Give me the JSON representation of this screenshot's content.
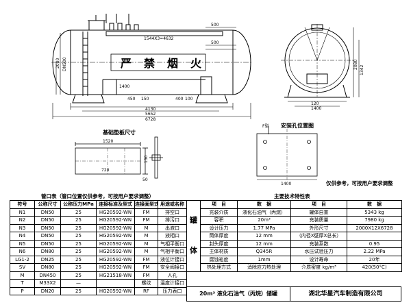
{
  "drawing": {
    "warning_chars": [
      "严",
      "禁",
      "烟",
      "火"
    ],
    "bar_label": "1544X3=4632",
    "base_plate_title": "基础垫板尺寸",
    "hole_title": "安装孔位置图",
    "note": "仅供参考，可按用户要求调整",
    "labels": {
      "l1": "500",
      "l2": "1400",
      "l3": "5652",
      "l4": "4130",
      "l5": "6728",
      "l6": "150",
      "l7": "50",
      "l8": "1520",
      "l9": "720",
      "l10": "1400",
      "l11": "1400",
      "l12": "DN500",
      "l13": "2080",
      "l14": "1342",
      "l15": "100",
      "l16": "450",
      "l17": "150",
      "l18": "400",
      "l19": "F型",
      "l20": "120"
    }
  },
  "nozzle_table": {
    "title": "管口表（管口位置仅供参考，可按用户要求调整）",
    "headers": [
      "符号",
      "公称尺寸",
      "公称压力MPa",
      "连接标准及型式",
      "连接面型式",
      "用途或名称"
    ],
    "rows": [
      [
        "N1",
        "DN50",
        "25",
        "HG20592-WN",
        "FM",
        "排空口"
      ],
      [
        "N2",
        "DN50",
        "25",
        "HG20592-WN",
        "FM",
        "排污口"
      ],
      [
        "N3",
        "DN50",
        "25",
        "HG20592-WN",
        "M",
        "出液口"
      ],
      [
        "N4",
        "DN50",
        "25",
        "HG20592-WN",
        "M",
        "液相口"
      ],
      [
        "N5",
        "DN50",
        "25",
        "HG20592-WN",
        "M",
        "气相平衡口"
      ],
      [
        "N6",
        "DN80",
        "25",
        "HG20592-WN",
        "M",
        "气相平衡口"
      ],
      [
        "LG1-2",
        "DN25",
        "25",
        "HG20592-WN",
        "FM",
        "液位计接口"
      ],
      [
        "SV",
        "DN80",
        "25",
        "HG20592-WN",
        "FM",
        "安全阀接口"
      ],
      [
        "M",
        "DN450",
        "25",
        "HG21518-WN",
        "FM",
        "人孔"
      ],
      [
        "T",
        "M33X2",
        "—",
        "",
        "螺纹",
        "温度计接口"
      ],
      [
        "P",
        "DN20",
        "25",
        "HG20592-WN",
        "RF",
        "压力表口"
      ]
    ]
  },
  "spec_table": {
    "title": "主要技术特性表",
    "body_label": [
      "罐",
      "体"
    ],
    "headers": [
      "项　目",
      "数　据",
      "项　目",
      "数　据"
    ],
    "rows": [
      [
        "充装介质",
        "液化石油气（丙烷）",
        "罐体自重",
        "5343 kg"
      ],
      [
        "容积",
        "20m³",
        "充装质量",
        "7980 kg"
      ],
      [
        "设计压力",
        "1.77 MPa",
        "外形尺寸",
        "2000X12X6728"
      ],
      [
        "筒体厚度",
        "12 mm",
        "（内径X壁厚X总长）",
        ""
      ],
      [
        "封头厚度",
        "12 mm",
        "充装系数",
        "0.95"
      ],
      [
        "主体材质",
        "Q345R",
        "水压试验压力",
        "2.22 MPa"
      ],
      [
        "腐蚀裕度",
        "1mm",
        "设计寿命",
        "20年"
      ],
      [
        "热处理方式",
        "消除应力热处理",
        "介质密度 kg/m³",
        "420(50°C)"
      ]
    ],
    "footer_left": "20m³ 液化石油气（丙烷）储罐",
    "footer_right": "湖北华星汽车制造有限公司"
  }
}
